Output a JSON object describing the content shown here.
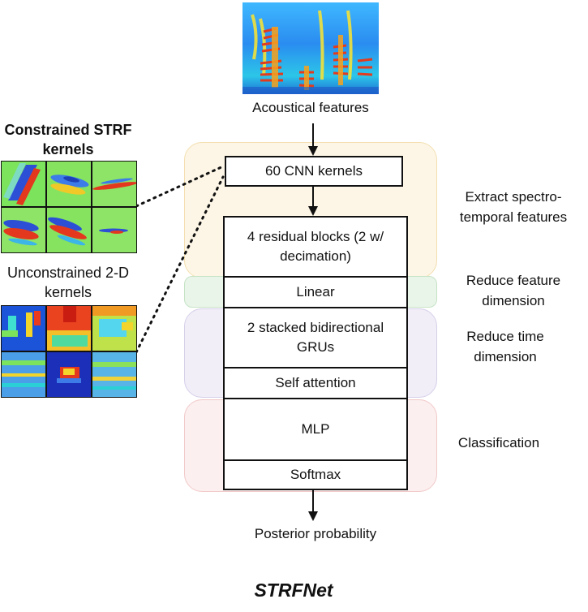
{
  "input_label": "Acoustical features",
  "left_panel": {
    "constrained_title": "Constrained STRF kernels",
    "unconstrained_title": "Unconstrained 2-D kernels"
  },
  "blocks": {
    "cnn": "60 CNN kernels",
    "residual": "4 residual blocks (2 w/ decimation)",
    "linear": "Linear",
    "gru": "2 stacked bidirectional GRUs",
    "attention": "Self attention",
    "mlp": "MLP",
    "softmax": "Softmax"
  },
  "stages": {
    "extract": "Extract spectro-temporal features",
    "reduce_feature": "Reduce feature dimension",
    "reduce_time": "Reduce time dimension",
    "classification": "Classification"
  },
  "output_label": "Posterior probability",
  "caption": "STRFNet",
  "colors": {
    "extract_bg": "#fdf6e6",
    "extract_border": "#f3dfb0",
    "feature_bg": "#eaf5ea",
    "feature_border": "#c5e3c5",
    "time_bg": "#f1eef8",
    "time_border": "#d6cfe9",
    "class_bg": "#fcefef",
    "class_border": "#f1c9c9"
  }
}
